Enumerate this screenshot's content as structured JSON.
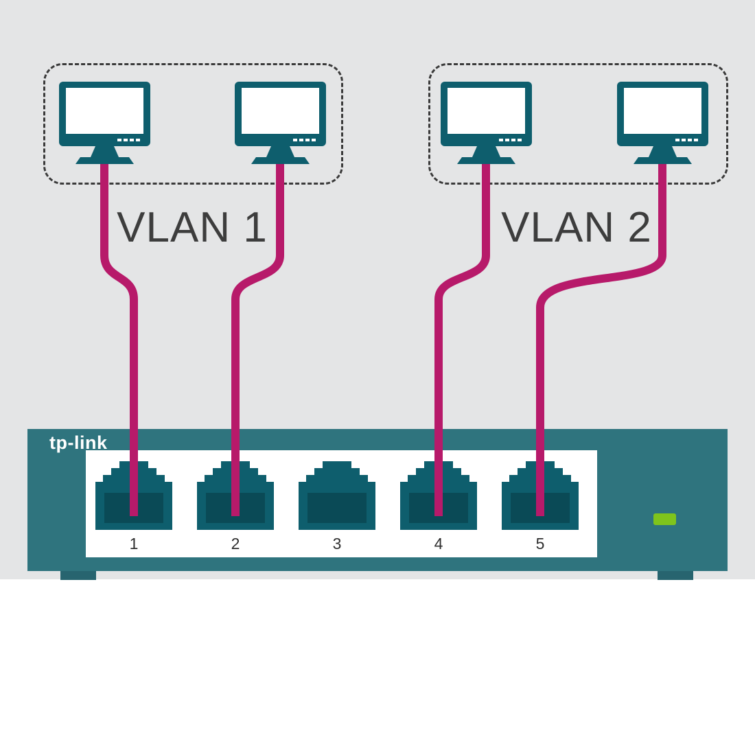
{
  "diagram": {
    "type": "network-topology",
    "description": "Two VLAN groups of computers connected to a 5-port tp-link switch",
    "groups": [
      {
        "label": "VLAN 1",
        "computers": 2,
        "connected_ports": [
          "1",
          "2"
        ]
      },
      {
        "label": "VLAN 2",
        "computers": 2,
        "connected_ports": [
          "4",
          "5"
        ]
      }
    ],
    "switch": {
      "brand": "tp-link",
      "ports": [
        "1",
        "2",
        "3",
        "4",
        "5"
      ],
      "unused_ports": [
        "3"
      ],
      "led_status": "green"
    },
    "connections": [
      {
        "from": "vlan1-computer-1",
        "to_port": "1"
      },
      {
        "from": "vlan1-computer-2",
        "to_port": "2"
      },
      {
        "from": "vlan2-computer-1",
        "to_port": "4"
      },
      {
        "from": "vlan2-computer-2",
        "to_port": "5"
      }
    ],
    "colors": {
      "background_top": "#e4e5e6",
      "background_bottom": "#ffffff",
      "monitor_teal": "#0e5e6d",
      "switch_body_teal": "#2f747e",
      "port_outer": "#0e5e6d",
      "port_inner": "#0a4a56",
      "cable_magenta": "#b71a6a",
      "led_green": "#7fc41c",
      "label_text": "#3d3d3d"
    }
  }
}
